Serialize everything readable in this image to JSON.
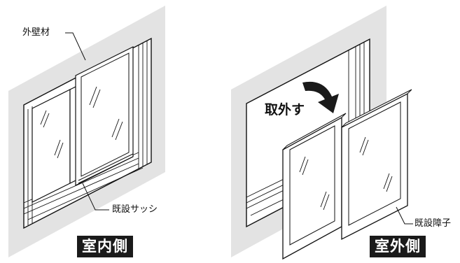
{
  "labels": {
    "exterior_wall": "外壁材",
    "existing_sash": "既設サッシ",
    "existing_shoji": "既設障子",
    "remove_action": "取外す"
  },
  "badges": {
    "indoor": "室内側",
    "outdoor": "室外側"
  },
  "colors": {
    "wall": "#e3e3e3",
    "frame_fill": "#ffffff",
    "line": "#111111",
    "badge_bg": "#1a1a1a",
    "badge_text": "#ffffff",
    "arrow": "#1a1a1a"
  }
}
